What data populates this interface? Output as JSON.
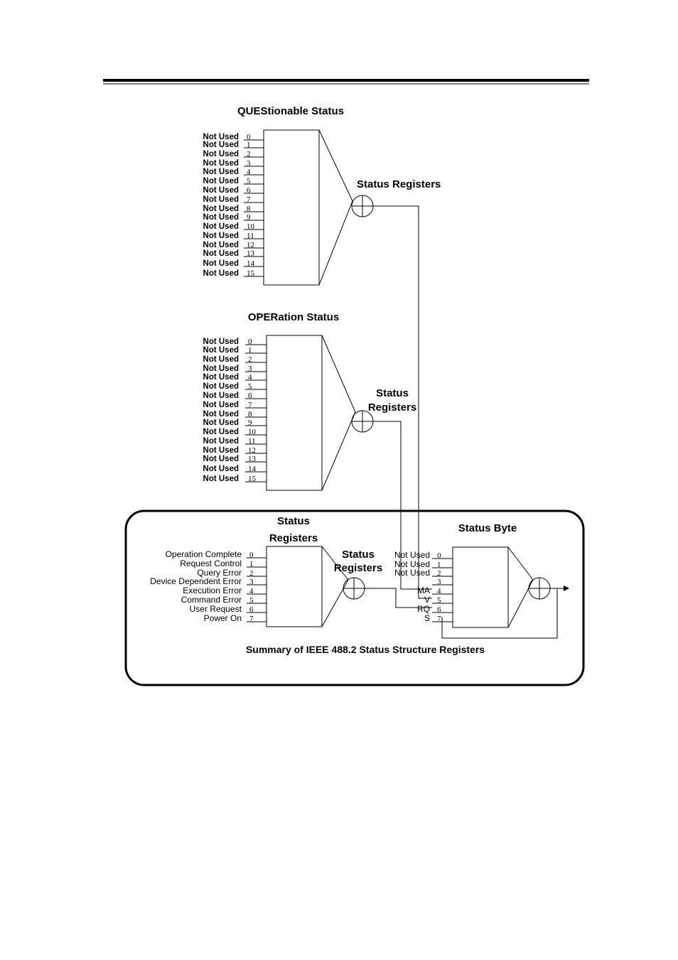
{
  "questionable": {
    "title": "QUEStionable Status",
    "summary_label": "Status Registers",
    "bit_labels": [
      "Not  Used",
      "Not  Used",
      "Not  Used",
      "Not  Used",
      "Not  Used",
      "Not  Used",
      "Not  Used",
      "Not  Used",
      "Not  Used",
      "Not  Used",
      "Not  Used",
      "Not  Used",
      "Not  Used",
      "Not  Used",
      "Not  Used",
      "Not  Used"
    ],
    "bit_numbers": [
      "0",
      "1",
      "2",
      "3",
      "4",
      "5",
      "6",
      "7",
      "8",
      "9",
      "10",
      "11",
      "12",
      "13",
      "14",
      "15"
    ]
  },
  "operation": {
    "title": "OPERation Status",
    "summary_label_line1": "Status",
    "summary_label_line2": "Registers",
    "bit_labels": [
      "Not  Used",
      "Not  Used",
      "Not  Used",
      "Not  Used",
      "Not  Used",
      "Not  Used",
      "Not  Used",
      "Not  Used",
      "Not  Used",
      "Not  Used",
      "Not  Used",
      "Not  Used",
      "Not  Used",
      "Not  Used",
      "Not  Used",
      "Not  Used"
    ],
    "bit_numbers": [
      "0",
      "1",
      "2",
      "3",
      "4",
      "5",
      "6",
      "7",
      "8",
      "9",
      "10",
      "11",
      "12",
      "13",
      "14",
      "15"
    ]
  },
  "event_status": {
    "title_line1": "Status",
    "title_line2": "Registers",
    "summary_label_line1": "Status",
    "summary_label_line2": "Registers",
    "bit_labels": [
      "Operation Complete",
      "Request Control",
      "Query Error",
      "Device  Dependent  Error",
      "Execution Error",
      "Command Error",
      "User Request",
      "Power On"
    ],
    "bit_numbers": [
      "0",
      "1",
      "2",
      "3",
      "4",
      "5",
      "6",
      "7"
    ]
  },
  "status_byte": {
    "title": "Status Byte",
    "bit_labels": [
      "Not Used",
      "Not Used",
      "Not Used",
      "",
      "MA",
      "V",
      "RQ",
      "S"
    ],
    "bit_numbers": [
      "0",
      "1",
      "2",
      "3",
      "4",
      "5",
      "6",
      "7"
    ]
  },
  "caption": "Summary of IEEE 488.2 Status Structure Registers"
}
